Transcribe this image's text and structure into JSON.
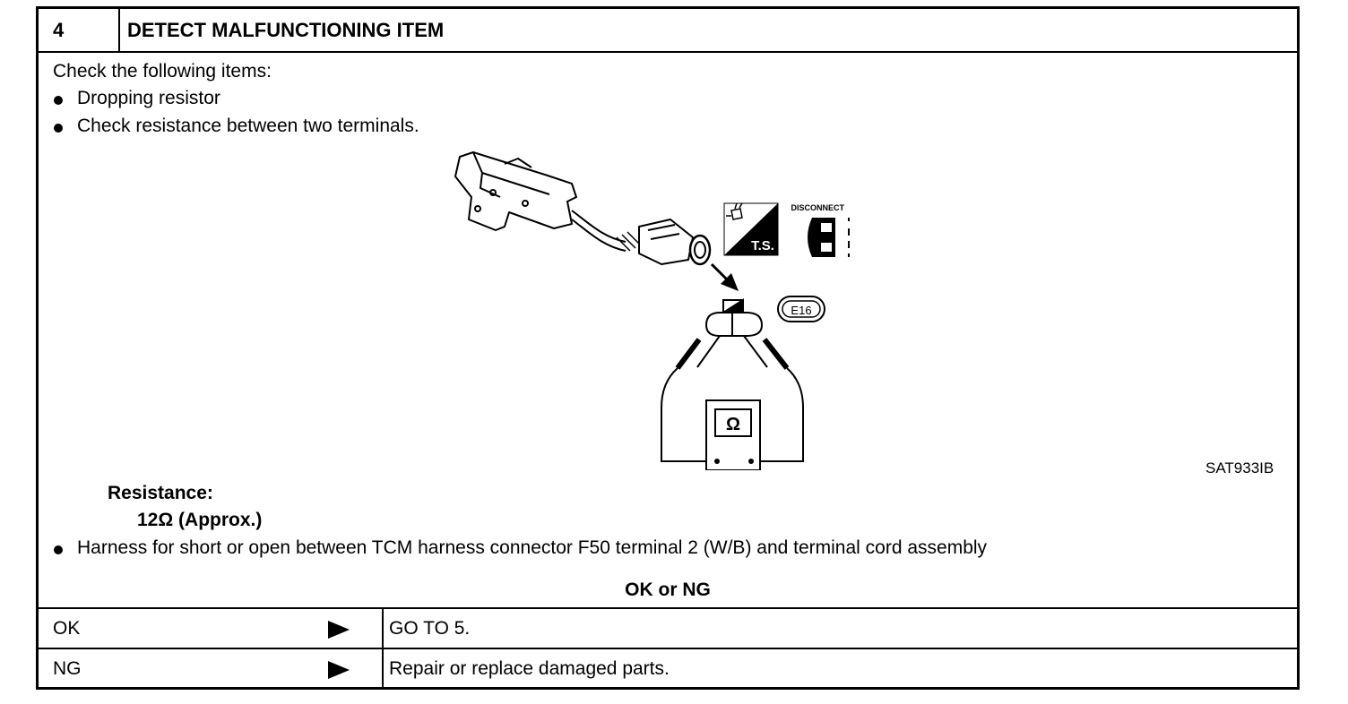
{
  "step": {
    "number": "4",
    "title": "DETECT MALFUNCTIONING ITEM"
  },
  "intro": "Check the following items:",
  "bullets": [
    "Dropping resistor",
    "Check resistance between two terminals."
  ],
  "figure": {
    "ts_label": "T.S.",
    "disconnect_label": "DISCONNECT",
    "connector_label": "E16",
    "meter_symbol": "Ω",
    "figure_code": "SAT933IB"
  },
  "spec": {
    "label": "Resistance:",
    "value": "12Ω (Approx.)"
  },
  "harness_bullet": "Harness for short or open between TCM harness connector F50 terminal 2 (W/B) and terminal cord assembly",
  "decision_heading": "OK or NG",
  "outcomes": [
    {
      "result": "OK",
      "action": "GO TO 5."
    },
    {
      "result": "NG",
      "action": "Repair or replace damaged parts."
    }
  ]
}
